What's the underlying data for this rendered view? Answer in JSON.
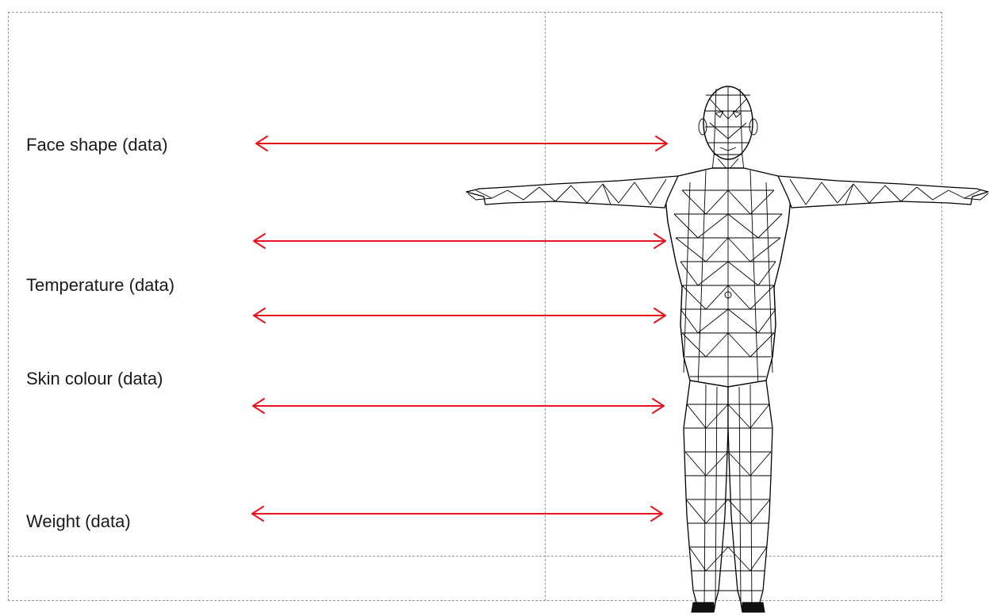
{
  "labels": {
    "face_shape": "Face shape (data)",
    "temperature": "Temperature  (data)",
    "skin_colour": "Skin colour (data)",
    "weight": "Weight (data)"
  },
  "arrow_color": "#e8141b",
  "arrow_count": 5,
  "figure": {
    "kind": "wireframe human body mesh, T-pose, front view",
    "line_color": "#000000"
  }
}
